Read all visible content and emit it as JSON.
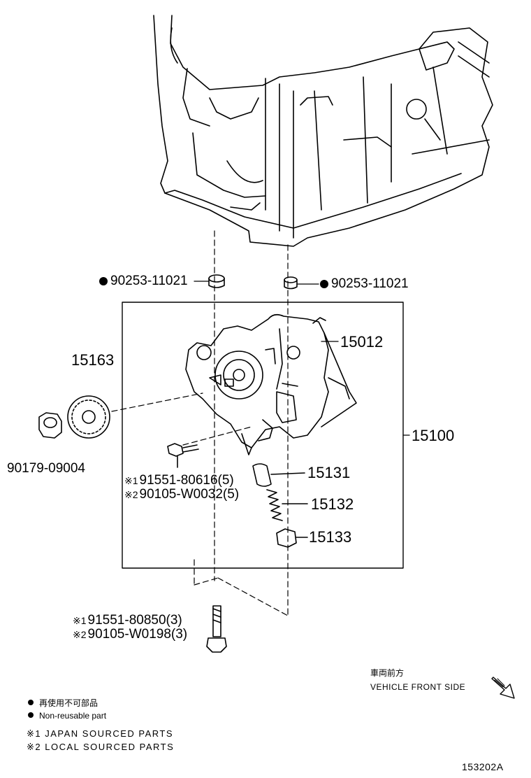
{
  "callouts": {
    "nut_90179": "90179-09004",
    "sprocket_15163": "15163",
    "pin_left": "90253-11021",
    "pin_right": "90253-11021",
    "body_15012": "15012",
    "assy_15100": "15100",
    "bolt_small_a": "91551-80616(5)",
    "bolt_small_b": "90105-W0032(5)",
    "valve_15131": "15131",
    "spring_15132": "15132",
    "plug_15133": "15133",
    "bolt_long_a": "91551-80850(3)",
    "bolt_long_b": "90105-W0198(3)",
    "mark_1": "※1",
    "mark_2": "※2"
  },
  "direction": {
    "jp": "車両前方",
    "en": "VEHICLE FRONT SIDE"
  },
  "legend": {
    "non_reusable_jp": "再使用不可部品",
    "non_reusable_en": "Non-reusable part",
    "note_1": "※1 JAPAN SOURCED PARTS",
    "note_2": "※2 LOCAL SOURCED PARTS"
  },
  "figure_code": "153202A"
}
